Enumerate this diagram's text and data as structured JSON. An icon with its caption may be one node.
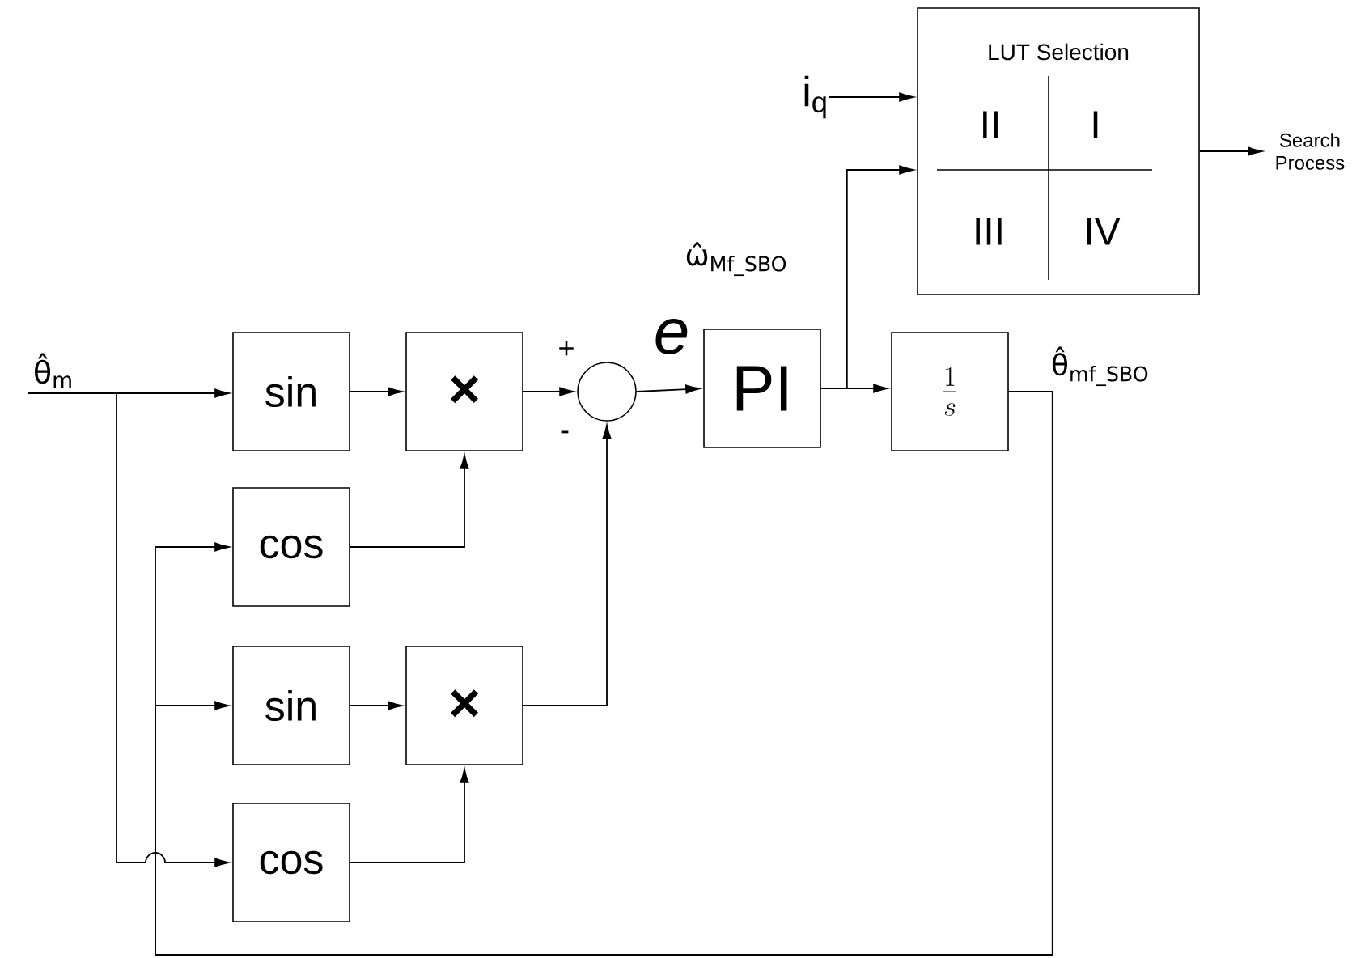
{
  "diagram": {
    "nodes": [
      {
        "text": [
          "θ̂$_{m}$"
        ]
      },
      {
        "text": [
          "sin"
        ]
      },
      {
        "text": [
          "×"
        ]
      },
      {
        "text": [],
        "shape": "circle",
        "beside": [
          "+",
          "-"
        ]
      },
      {
        "text": [
          "cos"
        ]
      },
      {
        "text": [
          "sin"
        ]
      },
      {
        "text": [
          "×"
        ]
      },
      {
        "text": [
          "cos"
        ]
      },
      {
        "text": [
          "PI"
        ]
      },
      {
        "text": [
          "\\frac{1}{s}"
        ]
      },
      {
        "text": [
          "LUT Selection",
          "II",
          "I",
          "III",
          "IV"
        ]
      },
      {
        "text": [
          "i$_{q}$"
        ]
      },
      {
        "text": [
          "Search Process"
        ]
      }
    ],
    "edges": [
      {
        "from": 0,
        "to": 1,
        "arrow": "to"
      },
      {
        "from": 0,
        "to": 7,
        "arrow": "to"
      },
      {
        "from": 1,
        "to": 2,
        "arrow": "to"
      },
      {
        "from": 4,
        "to": 2,
        "arrow": "to"
      },
      {
        "from": 2,
        "to": 3,
        "arrow": "to"
      },
      {
        "from": 5,
        "to": 6,
        "arrow": "to"
      },
      {
        "from": 7,
        "to": 6,
        "arrow": "to"
      },
      {
        "from": 6,
        "to": 3,
        "arrow": "to"
      },
      {
        "from": 3,
        "to": 8,
        "arrow": "to",
        "label": "e"
      },
      {
        "from": 8,
        "to": 9,
        "arrow": "to"
      },
      {
        "from": 8,
        "to": 10,
        "arrow": "to"
      },
      {
        "from": 11,
        "to": 10,
        "arrow": "to"
      },
      {
        "from": 10,
        "to": 12,
        "arrow": "to"
      },
      {
        "from": 9,
        "to": 4,
        "arrow": "to"
      },
      {
        "from": 9,
        "to": 5,
        "arrow": "to"
      }
    ],
    "labels": [
      "ω̂$_{Mf_SBO}$",
      "θ̂$_{mf_SBO}$"
    ]
  }
}
